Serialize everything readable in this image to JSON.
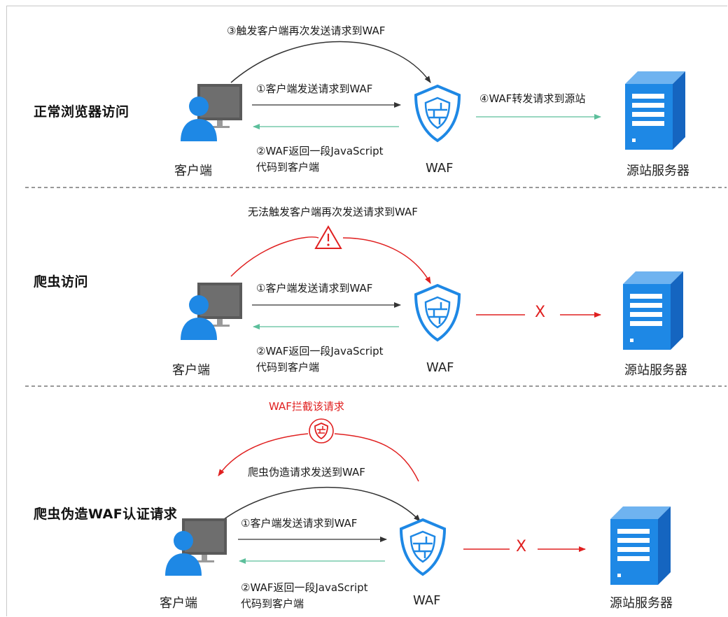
{
  "sections": [
    {
      "title": "正常浏览器访问",
      "client_label": "客户端",
      "waf_label": "WAF",
      "server_label": "源站服务器",
      "top_arc_label": "③触发客户端再次发送请求到WAF",
      "request_label": "①客户端发送请求到WAF",
      "response_label_line1": "②WAF返回一段JavaScript",
      "response_label_line2": "代码到客户端",
      "forward_label": "④WAF转发请求到源站"
    },
    {
      "title": "爬虫访问",
      "client_label": "客户端",
      "waf_label": "WAF",
      "server_label": "源站服务器",
      "top_arc_label": "无法触发客户端再次发送请求到WAF",
      "request_label": "①客户端发送请求到WAF",
      "response_label_line1": "②WAF返回一段JavaScript",
      "response_label_line2": "代码到客户端",
      "blocked_mark": "X"
    },
    {
      "title": "爬虫伪造WAF认证请求",
      "client_label": "客户端",
      "waf_label": "WAF",
      "server_label": "源站服务器",
      "intercept_label": "WAF拦截该请求",
      "forged_label": "爬虫伪造请求发送到WAF",
      "request_label": "①客户端发送请求到WAF",
      "response_label_line1": "②WAF返回一段JavaScript",
      "response_label_line2": "代码到客户端",
      "blocked_mark": "X"
    }
  ],
  "icons": {
    "client": "user-computer-icon",
    "waf": "shield-icon",
    "server": "server-icon",
    "warning": "warning-icon",
    "intercept": "shield-badge-icon"
  },
  "colors": {
    "blue": "#1e88e5",
    "blue_dark": "#1565c0",
    "green_arrow": "#5cbf9b",
    "red": "#e02020",
    "gray_arrow": "#333333",
    "monitor": "#5a5a5a"
  }
}
